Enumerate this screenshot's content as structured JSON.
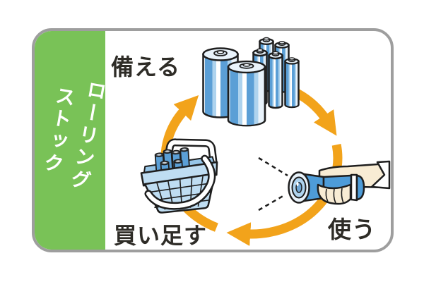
{
  "figure": {
    "type": "cycle-diagram",
    "sidebar": {
      "title_vertical_lines": [
        "ローリング",
        "ストック"
      ]
    },
    "cycle": {
      "direction": "clockwise",
      "arrow_count": 3,
      "steps": [
        {
          "id": "prepare",
          "label": "備える",
          "illustration": "batteries"
        },
        {
          "id": "use",
          "label": "使う",
          "illustration": "hand-holding-flashlight"
        },
        {
          "id": "restock",
          "label": "買い足す",
          "illustration": "shopping-basket-with-batteries"
        }
      ]
    }
  },
  "colors": {
    "background": "#FFFFFF",
    "frame_gray": "#9E9E9E",
    "sidebar_green": "#79C257",
    "sidebar_text": "#FFFFFF",
    "arrow_orange": "#F2A31B",
    "battery_blue": "#5B9FD6",
    "battery_blue_light": "#AED3EE",
    "battery_blue_pale": "#E9F3FB",
    "flashlight_blue": "#4E9CD8",
    "basket_blue": "#BFDDF2",
    "basket_blue_deep": "#97C6E8",
    "skin": "#F8ECD4",
    "outline_dark": "#1E1E1E",
    "label_text": "#2E2C27"
  }
}
